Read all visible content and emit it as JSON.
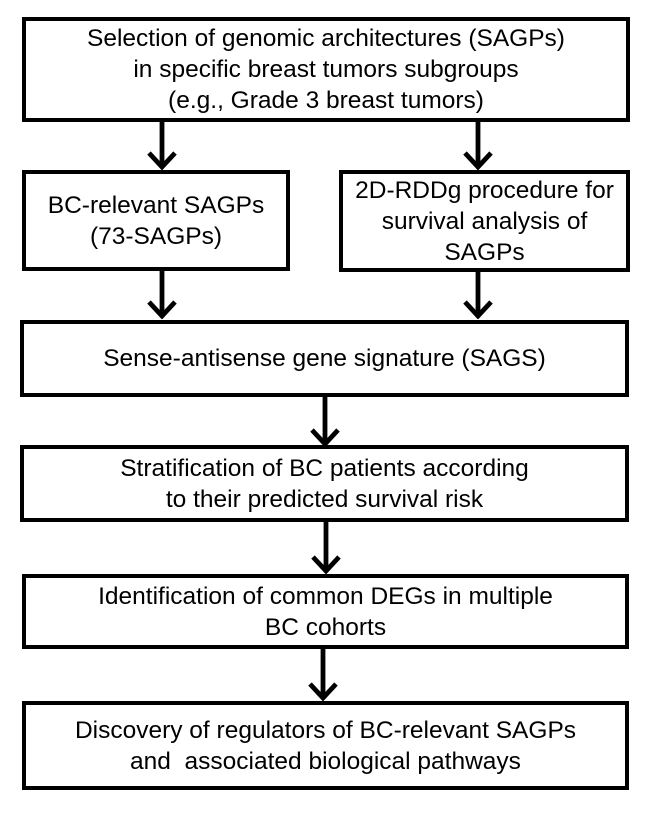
{
  "figure": {
    "background_color": "#ffffff",
    "box_border_color": "#000000",
    "text_color": "#000000",
    "boxes": [
      {
        "name": "selection-sagps",
        "text": "Selection of genomic architectures (SAGPs)\nin specific breast tumors subgroups\n(e.g., Grade 3 breast tumors)"
      },
      {
        "name": "bc-relevant-sagps",
        "text": "BC-relevant SAGPs\n(73-SAGPs)"
      },
      {
        "name": "rddg-procedure",
        "text": "2D-RDDg procedure for\nsurvival analysis of\nSAGPs"
      },
      {
        "name": "sags-signature",
        "text": "Sense-antisense gene signature (SAGS)"
      },
      {
        "name": "stratification",
        "text": "Stratification of BC patients according\nto their predicted survival risk"
      },
      {
        "name": "common-degs",
        "text": "Identification of common DEGs in multiple\nBC cohorts"
      },
      {
        "name": "discovery-regulators",
        "text": "Discovery of regulators of BC-relevant SAGPs\nand  associated biological pathways"
      }
    ]
  }
}
